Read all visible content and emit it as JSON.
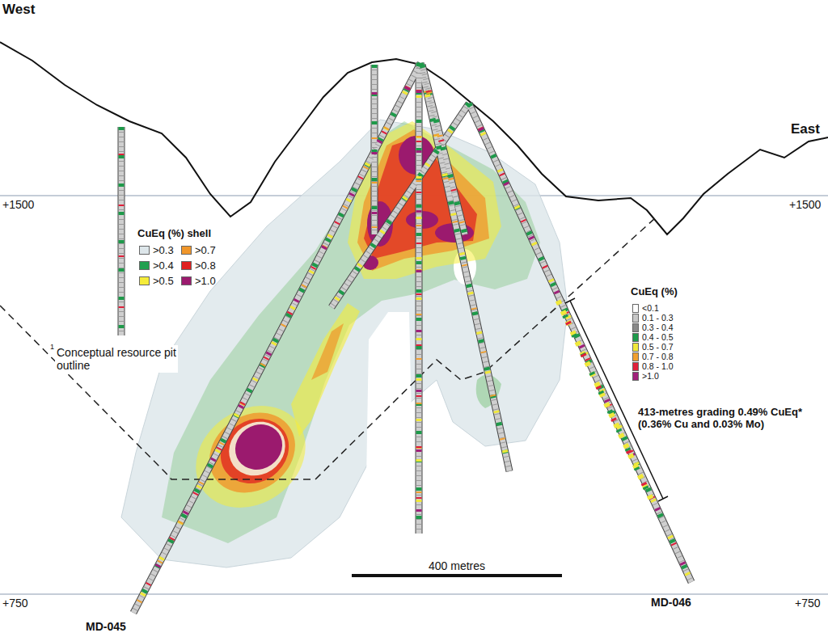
{
  "diagram": {
    "labels": [
      "West",
      "East",
      "+1500",
      "+1500",
      "+750",
      "+750",
      "CuEq (%) shell",
      "1",
      "Conceptual resource pit outline",
      "CuEq (%)",
      "413-metres grading 0.49% CuEq* (0.36% Cu and 0.03% Mo)",
      "400 metres",
      "MD-045",
      "MD-046"
    ],
    "legend": [
      {
        "text": ">0.3",
        "color": "#dde6ea"
      },
      {
        "text": ">0.4",
        "color": "#22a050"
      },
      {
        "text": ">0.5",
        "color": "#f5ec3a"
      },
      {
        "text": ">0.7",
        "color": "#f0962a"
      },
      {
        "text": ">0.8",
        "color": "#e02020"
      },
      {
        "text": ">1.0",
        "color": "#9b1a6e"
      },
      {
        "text": "<0.1",
        "color": "#ffffff"
      },
      {
        "text": "0.1 - 0.3",
        "color": "#c8c8c8"
      },
      {
        "text": "0.3 - 0.4",
        "color": "#8a8a8a"
      },
      {
        "text": "0.4 - 0.5",
        "color": "#1e9a4a"
      },
      {
        "text": "0.5 - 0.7",
        "color": "#f0e83a"
      },
      {
        "text": "0.7 - 0.8",
        "color": "#f0a030"
      },
      {
        "text": "0.8 - 1.0",
        "color": "#e0203a"
      },
      {
        "text": ">1.0",
        "color": "#a0207a"
      }
    ]
  }
}
